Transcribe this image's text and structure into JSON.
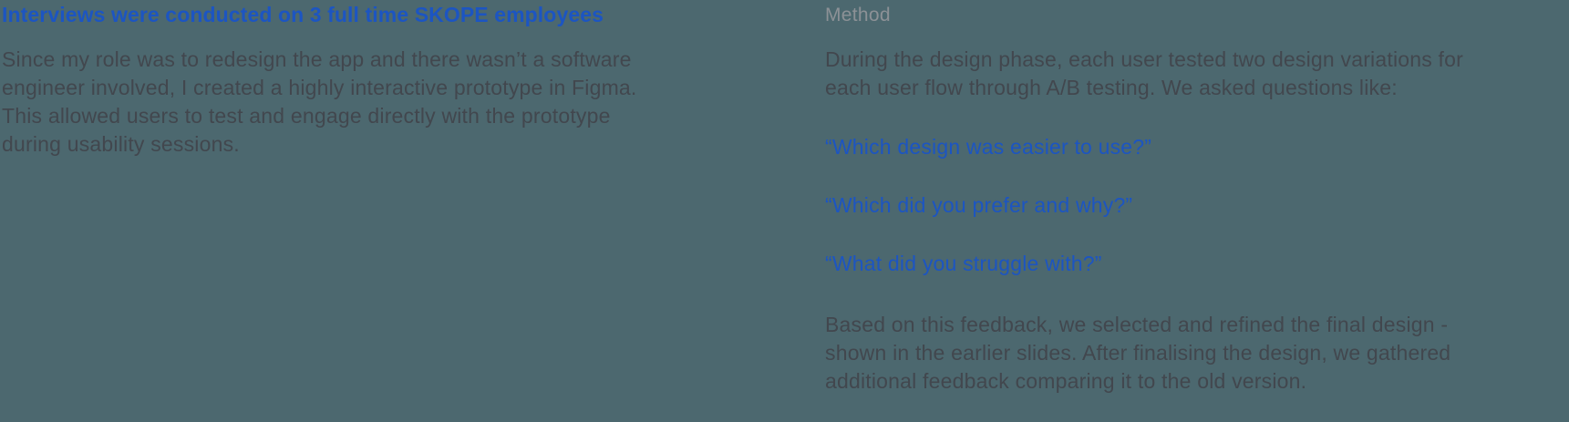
{
  "theme": {
    "background_color": "#4C686F",
    "accent_blue": "#1C55C2",
    "body_text_color": "#42474E",
    "muted_heading_color": "#8C9196"
  },
  "left_column": {
    "heading": "Interviews were conducted on 3 full time SKOPE employees",
    "paragraph": "Since my role was to redesign the app and there wasn’t a software\nengineer involved, I created a highly interactive prototype in Figma.\nThis allowed users to test and engage directly with the prototype\nduring usability sessions."
  },
  "right_column": {
    "heading": "Method",
    "paragraph_intro": "During the design phase, each user tested two design variations for\neach user flow through A/B testing. We asked questions like:",
    "questions": [
      "“Which design was easier to use?”",
      "“Which did you prefer and why?”",
      "“What did you struggle with?”"
    ],
    "paragraph_conclusion": "Based on this feedback, we selected and refined the final design -\nshown in the earlier slides. After finalising the design, we gathered\nadditional feedback comparing it to the old version."
  }
}
